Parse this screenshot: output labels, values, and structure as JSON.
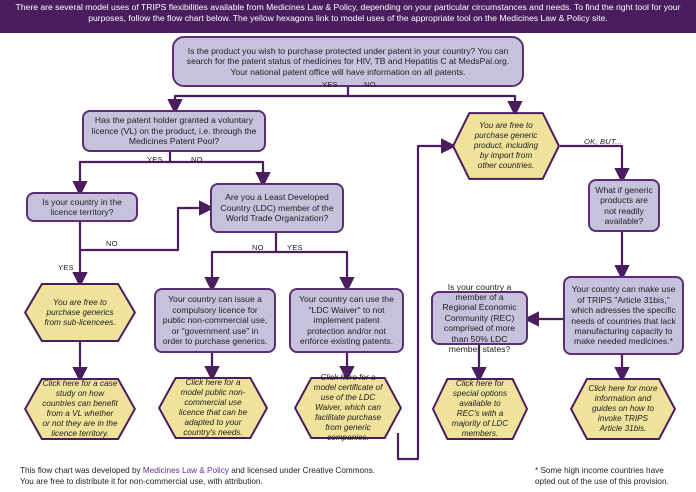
{
  "banner": {
    "text": "There are several model uses of TRIPS flexibilities available from Medicines Law & Policy, depending on your particular circumstances and needs. To find the right tool for your purposes, follow the flow chart below. The yellow hexagons link to model uses of the appropriate tool on the Medicines Law & Policy site."
  },
  "colors": {
    "banner": "#4a1d5e",
    "box_fill": "#c7c2dc",
    "box_border": "#5b2e74",
    "hex_fill": "#efe29a",
    "arrow": "#4a1d5e",
    "brand": "#6a2f8e"
  },
  "nodes": {
    "q_patent": "Is the product you wish to purchase protected under patent in your country? You can search for the patent status of medicines for HIV, TB and Hepatitis C at MedsPal.org. Your national patent office will have information on all patents.",
    "q_vl": "Has the patent holder granted a voluntary licence (VL) on the product, i.e. through the Medicines Patent Pool?",
    "q_territory": "Is your country in the licence territory?",
    "q_ldc": "Are you a Least Developed Country (LDC) member of the World Trade Organization?",
    "a_sublicence": "You are free to purchase generics from sub-licencees.",
    "a_free": "You are free to purchase generic product, including by import from other countries.",
    "q_not_available": "What if generic products are not readily available?",
    "a_compulsory": "Your country can issue a compulsory licence for public non-commercial use, or \"government use\" in order to purchase generics.",
    "a_ldc_waiver": "Your country can use the \"LDC Waiver\" to not implement patent protection and/or not enforce existing patents.",
    "q_rec": "Is your country a member of a Regional Economic Community (REC) comprised of more than 50% LDC member states?",
    "a_31bis": "Your country can make use of TRIPS \"Article 31bis,\" which adresses the specific needs of countries that lack manufacturing capacity to make needed medicines.*",
    "link_vl": "Click here for a case study on how countries can benefit from a VL whether or not they are in the licence territory.",
    "link_gov_use": "Click here for a model public non-commercial use licence that can be adapted to your country's needs.",
    "link_ldc": "Click here for a model certificate of use of the LDC Waiver, which can facilitate purchase from generic companies.",
    "link_rec": "Click here for special options available to REC's with a majority of LDC members.",
    "link_31bis": "Click here for more information and guides on how to invoke TRIPS Article 31bis."
  },
  "labels": {
    "yes1": "YES",
    "no1": "NO",
    "yes2": "YES",
    "no2": "NO",
    "no3": "NO",
    "yes3": "YES",
    "no4": "NO",
    "yes4": "YES",
    "okbut": "OK, BUT..."
  },
  "footer": {
    "line1_pre": "This flow chart was developed by",
    "brand": "Medicines Law & Policy",
    "line1_post": "and licensed under Creative Commons.",
    "line2": "You are free to distribute it for non-commercial use, with attribution.",
    "note": "* Some high income countries have opted out of the use of this provision."
  }
}
